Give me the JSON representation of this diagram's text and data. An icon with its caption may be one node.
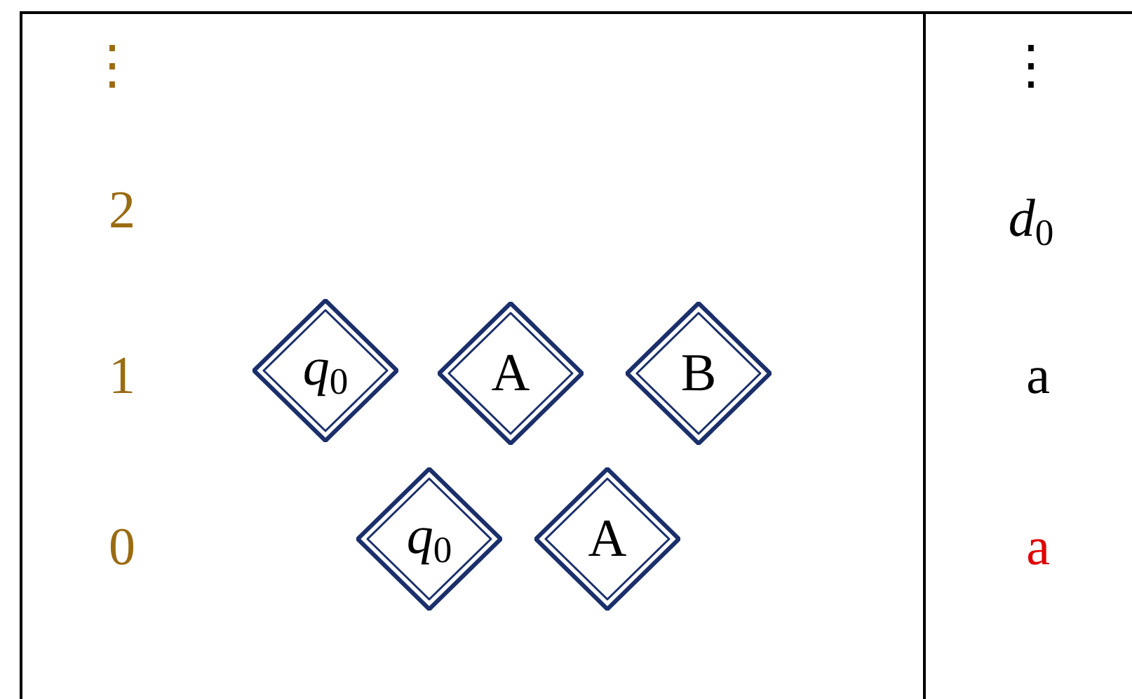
{
  "diagram": {
    "nodes": [
      {
        "text": [
          "*q*$_{0}$"
        ]
      },
      {
        "text": [
          "A"
        ]
      },
      {
        "text": [
          "B"
        ]
      },
      {
        "text": [
          "*q*$_{0}$"
        ]
      },
      {
        "text": [
          "A"
        ]
      }
    ],
    "labels": [
      "⋮",
      "⋮",
      "2",
      "*d*$_{0}$",
      "1",
      "a",
      "0",
      "a"
    ]
  }
}
